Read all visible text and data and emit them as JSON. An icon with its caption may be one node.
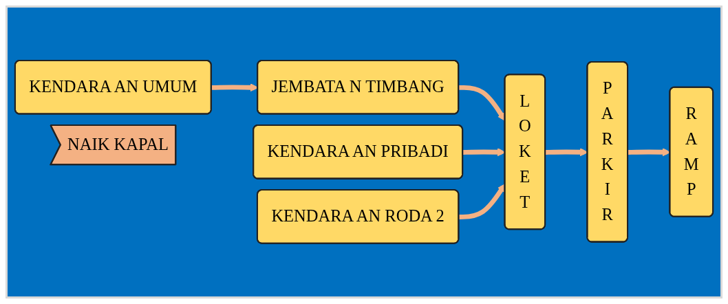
{
  "diagram": {
    "nodes": [
      {
        "text": [
          "KENDARA AN UMUM"
        ]
      },
      {
        "text": [
          "JEMBATA N TIMBANG"
        ]
      },
      {
        "text": [
          "KENDARA AN PRIBADI"
        ]
      },
      {
        "text": [
          "KENDARA AN RODA 2"
        ]
      },
      {
        "text": [
          "L O K E T"
        ]
      },
      {
        "text": [
          "P A R K I R"
        ]
      },
      {
        "text": [
          "R A M P"
        ]
      },
      {
        "text": [
          "NAIK KAPAL"
        ]
      }
    ],
    "edges": [
      {
        "from": 0,
        "to": 1,
        "arrow": "to"
      },
      {
        "from": 1,
        "to": 4,
        "arrow": "to"
      },
      {
        "from": 2,
        "to": 4,
        "arrow": "to"
      },
      {
        "from": 3,
        "to": 4,
        "arrow": "to"
      },
      {
        "from": 4,
        "to": 5,
        "arrow": "to"
      },
      {
        "from": 5,
        "to": 6,
        "arrow": "to"
      }
    ]
  }
}
